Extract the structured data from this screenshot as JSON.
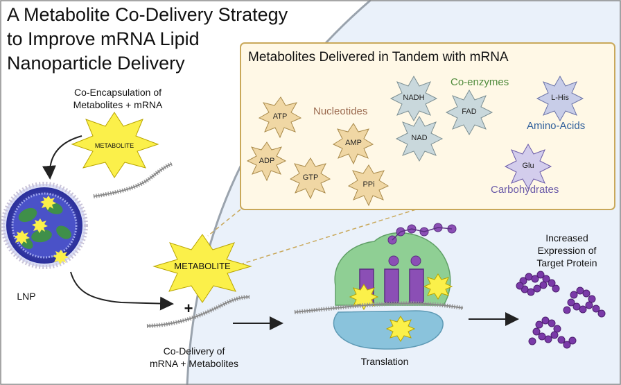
{
  "title": [
    "A Metabolite Co-Delivery Strategy",
    "to Improve mRNA Lipid",
    "Nanoparticle Delivery"
  ],
  "co_encapsulation": [
    "Co-Encapsulation of",
    "Metabolites + mRNA"
  ],
  "metabolite_small": "METABOLITE",
  "metabolite_large": "METABOLITE",
  "lnp": "LNP",
  "plus": "+",
  "co_delivery": [
    "Co-Delivery of",
    "mRNA + Metabolites"
  ],
  "translation": "Translation",
  "increased": [
    "Increased",
    "Expression of",
    "Target Protein"
  ],
  "panel": {
    "title": "Metabolites Delivered in Tandem with mRNA",
    "categories": [
      {
        "label": "Nucleotides",
        "color": "#9b6a4f"
      },
      {
        "label": "Co-enzymes",
        "color": "#4e8a3a"
      },
      {
        "label": "Amino-Acids",
        "color": "#2f5f9b"
      },
      {
        "label": "Carbohydrates",
        "color": "#6a5aa8"
      }
    ],
    "nucleotides": [
      "ATP",
      "ADP",
      "AMP",
      "GTP",
      "PPi"
    ],
    "coenzymes": [
      "NADH",
      "FAD",
      "NAD"
    ],
    "amino_acids": [
      "L-His"
    ],
    "carbohydrates": [
      "Glu"
    ]
  },
  "colors": {
    "nucleotide_star": "#f0d7a4",
    "coenzyme_star": "#c9d8dc",
    "amino_star": "#c8cde8",
    "carb_star": "#d3cdec",
    "metabolite_star": "#fbf04a",
    "panel_bg": "#fff8e6",
    "panel_border": "#c9a85a",
    "cell_bg": "#eaf1fa",
    "protein": "#7a3aa8"
  }
}
